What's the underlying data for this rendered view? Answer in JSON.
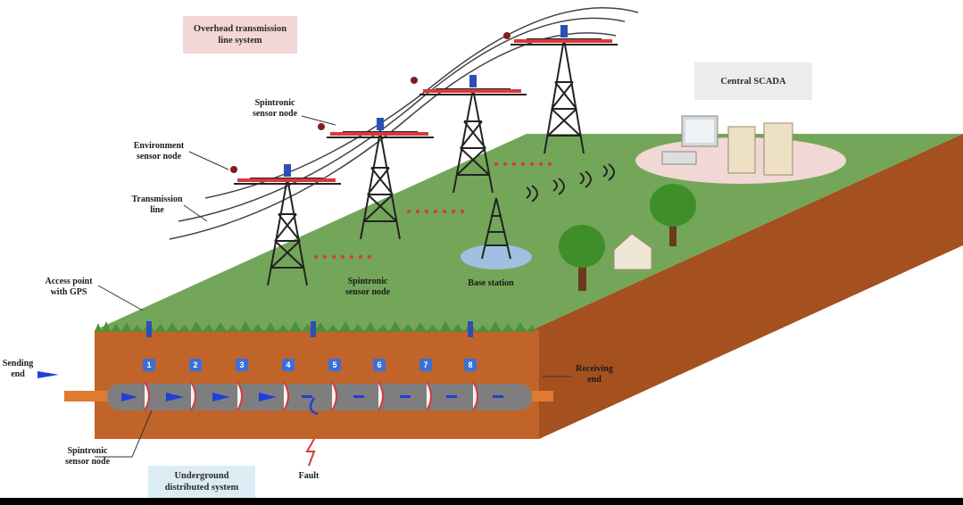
{
  "labels": {
    "overhead": "Overhead transmission\nline system",
    "central_scada": "Central SCADA",
    "spintronic_top": "Spintronic\nsensor node",
    "environment": "Environment\nsensor node",
    "transmission_line": "Transmission\nline",
    "spintronic_mid": "Spintronic\nsensor node",
    "base_station": "Base station",
    "access_point": "Access point\nwith GPS",
    "sending_end": "Sending\nend",
    "receiving_end": "Receiving\nend",
    "spintronic_bottom": "Spintronic\nsensor node",
    "fault": "Fault",
    "underground": "Underground\ndistributed system"
  },
  "nodes": [
    "1",
    "2",
    "3",
    "4",
    "5",
    "6",
    "7",
    "8"
  ],
  "colors": {
    "ground_top": "#74a65a",
    "soil_front": "#c1642a",
    "soil_side": "#a4501f",
    "overhead_box": "#f3d6d6",
    "scada_box": "#ececec",
    "underground_box": "#dcecf4",
    "node_blue": "#3a6fd8",
    "sensor_red": "#d9383a"
  }
}
